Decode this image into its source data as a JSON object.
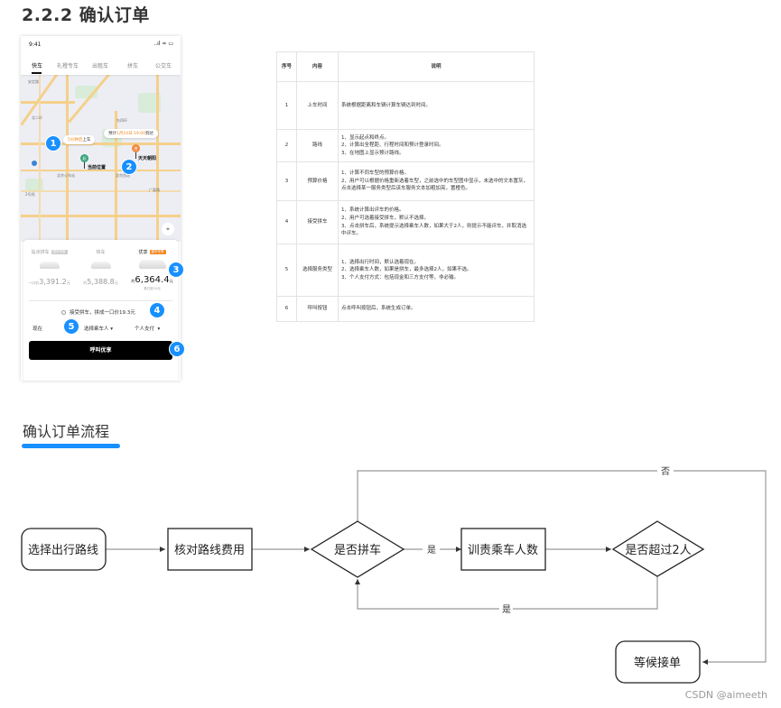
{
  "section_title": "2.2.2  确认订单",
  "phone": {
    "status_time": "9:41",
    "status_icons": "..ıl ≈ ▭",
    "tabs": [
      {
        "label": "快车",
        "active": true
      },
      {
        "label": "礼橙专车",
        "active": false
      },
      {
        "label": "出租车",
        "active": false
      },
      {
        "label": "拼车",
        "active": false
      },
      {
        "label": "公交车",
        "active": false
      }
    ],
    "map": {
      "pickup_bubble_prefix": "5分钟后",
      "pickup_bubble_suffix": "上车",
      "eta_bubble_prefix": "预计",
      "eta_bubble_date": "1月24日 19:00",
      "eta_bubble_suffix": "到达",
      "origin_label": "当前位置",
      "destination_label": "天天朝阳",
      "origin_pin": "起",
      "destination_pin": "终",
      "labels": [
        "安定路",
        "北二环",
        "东四环",
        "北京火车站",
        "北京西站",
        "广渠路",
        "东四",
        "东大桥",
        "东四环",
        "2号线"
      ],
      "locate_icon": "⌖"
    },
    "cars": [
      {
        "name": "站点拼车",
        "tag": "限时特惠",
        "price_prefix": "一口价",
        "price": "3,391.2",
        "unit": "元",
        "selected": false
      },
      {
        "name": "快车",
        "tag": "",
        "price_prefix": "约",
        "price": "5,388.8",
        "unit": "元",
        "selected": false
      },
      {
        "name": "优享",
        "tag": "豪华专享",
        "price_prefix": "约",
        "price": "6,364.4",
        "unit": "元",
        "sub": "券已抵10元",
        "selected": true
      }
    ],
    "pool_option": "接受拼车，拼成一口价19.3元",
    "options": {
      "time": "现在",
      "passengers": "选择乘车人",
      "payment": "个人支付",
      "caret": "▾"
    },
    "call_button": "呼叫优享",
    "markers": [
      "1",
      "2",
      "3",
      "4",
      "5",
      "6"
    ]
  },
  "table": {
    "headers": [
      "序号",
      "内容",
      "说明"
    ],
    "rows": [
      {
        "no": "1",
        "item": "上车时间",
        "desc": [
          "系统根据距离和车辆计算车辆达到时间。"
        ]
      },
      {
        "no": "2",
        "item": "路线",
        "desc": [
          "1、显示起点和终点。",
          "2、计算出全程距、行程时间和预计登录时间。",
          "3、在地图上显示预计路线。"
        ]
      },
      {
        "no": "3",
        "item": "预算价格",
        "desc": [
          "1、计算不同车型的预算价格。",
          "2、用户可以根据价格重新选着车型，之前选中的车型图中显示，未选中的文本置灰，点击选择某一服务类型后该车服务文本加粗加亮，置橙色。"
        ]
      },
      {
        "no": "4",
        "item": "接受拼车",
        "desc": [
          "1、系统计算出评车的价格。",
          "2、用户可选着接受拼车，默认不选择。",
          "3、点击拼车后，系统提示选择乘车人数，如果大于2人，则提示不能评车，并取消选中评车。"
        ]
      },
      {
        "no": "5",
        "item": "选择服务类型",
        "desc": [
          "1、选择出行时间，默认选着现在。",
          "2、选择乘车人数，如果是拼车，最多选择2人，如果不选。",
          "3、个人支付方式：包括现金和三方支付等，非必输。"
        ]
      },
      {
        "no": "6",
        "item": "呼叫按钮",
        "desc": [
          "点击呼叫按钮后，系统生成订单。"
        ]
      }
    ]
  },
  "flow": {
    "title": "确认订单流程",
    "nodes": {
      "start": "选择出行路线",
      "check_fee": "核对路线费用",
      "is_pool": "是否拼车",
      "passengers": "训责乘车人数",
      "over_two": "是否超过2人",
      "wait": "等候接单"
    },
    "edge_labels": {
      "pool_yes": "是",
      "over_yes": "是",
      "pool_no": "否"
    }
  },
  "watermark": "CSDN @aimeeth"
}
